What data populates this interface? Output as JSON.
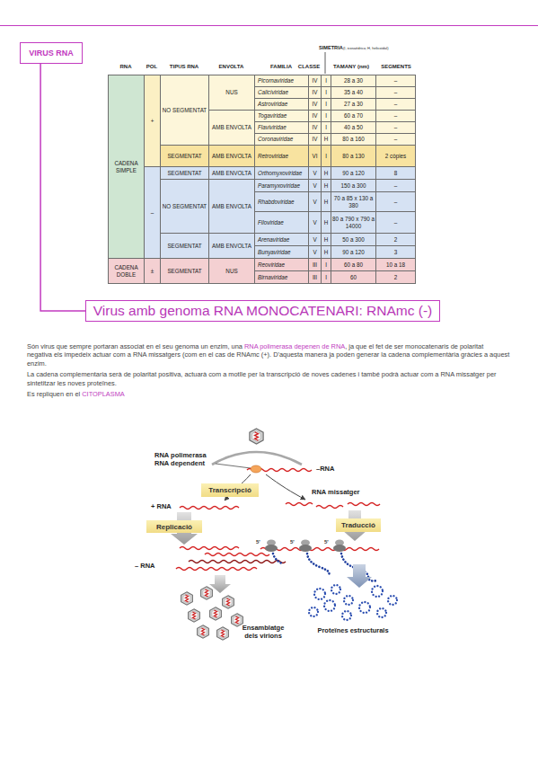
{
  "diagram": {
    "nodes": [
      {
        "text": [
          "VIRUS RNA"
        ]
      },
      {
        "text": [
          "Virus amb genoma RNA MONOCATENARI: RNAmc (-)"
        ]
      },
      {
        "text": [
          "Transcripció"
        ]
      },
      {
        "text": [
          "Replicació"
        ]
      },
      {
        "text": [
          "Traducció"
        ]
      }
    ],
    "edges": [
      {
        "from": 0,
        "to": 1,
        "arrow": "none"
      }
    ],
    "labels": [
      "SIMETRIA",
      "(I, icosaèdrica; H, helicoïdal)",
      "RNA",
      "POL",
      "TIPUS RNA",
      "ENVOLTA",
      "FAMILIA",
      "CLASSE",
      "TAMANY (nm)",
      "SEGMENTS",
      "CADENA SIMPLE",
      "+",
      "NO SEGMENTAT",
      "NUS",
      "Picornaviridae",
      "IV",
      "I",
      "28 a 30",
      "–",
      "Caliciviridae",
      "IV",
      "I",
      "35 a 40",
      "–",
      "Astroviridae",
      "IV",
      "I",
      "27 a 30",
      "–",
      "AMB ENVOLTA",
      "Togaviridae",
      "IV",
      "I",
      "60 a 70",
      "–",
      "Flaviviridae",
      "IV",
      "I",
      "40 a 50",
      "–",
      "Coronaviridae",
      "IV",
      "H",
      "80 a 160",
      "–",
      "SEGMENTAT",
      "AMB ENVOLTA",
      "Retroviridae",
      "VI",
      "I",
      "80 a 130",
      "2 còpies",
      "–",
      "SEGMENTAT",
      "AMB ENVOLTA",
      "Orthomyxoviridae",
      "V",
      "H",
      "90 a 120",
      "8",
      "NO SEGMENTAT",
      "AMB ENVOLTA",
      "Paramyxoviridae",
      "V",
      "H",
      "150 a 300",
      "–",
      "Rhabdoviridae",
      "V",
      "H",
      "70 a 85 x 130 a 380",
      "–",
      "Filoviridae",
      "V",
      "H",
      "80 a 790 x 790 a 14000",
      "–",
      "SEGMENTAT",
      "AMB ENVOLTA",
      "Arenaviridae",
      "V",
      "H",
      "50 a 300",
      "2",
      "Bunyaviridae",
      "V",
      "H",
      "90 a 120",
      "3",
      "CADENA DOBLE",
      "±",
      "SEGMENTAT",
      "NUS",
      "Reoviridae",
      "III",
      "I",
      "60 a 80",
      "10 a 18",
      "Birnaviridae",
      "III",
      "I",
      "60",
      "2",
      "Són virus que sempre portaran associat en el seu genoma un enzim, una",
      "RNA polimerasa depenen de RNA",
      ", ja que el fet de ser monocatenaris de polaritat negativa els impedeix actuar com a RNA missatgers (com en el cas de RNAmc (+). D'aquesta manera ja poden generar la cadena complementària gràcies a aquest enzim.",
      "La cadena complementaria serà de polaritat positiva, actuarà com a motlle per la transcripció de noves cadenes i també podrà actuar com a RNA missatger per sintetitzar les noves proteïnes.",
      "Es repliquen en el",
      "CITOPLASMA",
      "RNA polimerasa RNA dependent",
      "–RNA",
      "+ RNA",
      "RNA missatger",
      "5'",
      "5'",
      "5'",
      "– RNA",
      "Ensamblatge dels virions",
      "Proteïnes estructurals"
    ]
  }
}
